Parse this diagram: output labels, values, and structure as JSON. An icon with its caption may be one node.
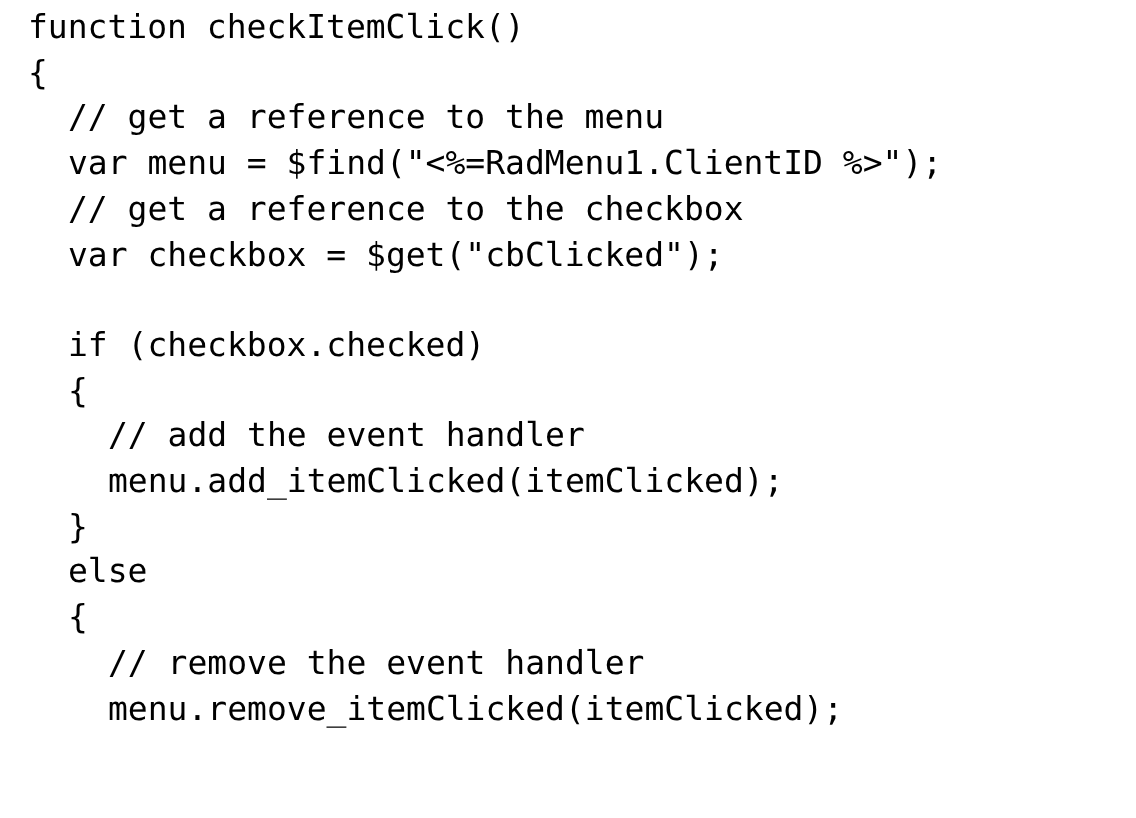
{
  "diagram": {
    "labels": [
      "function checkItemClick()",
      "{",
      "// get a reference to the menu",
      "var menu = $find(\"<%=RadMenu1.ClientID %>\");",
      "// get a reference to the checkbox",
      "var checkbox = $get(\"cbClicked\");",
      "if (checkbox.checked)",
      "{",
      "// add the event handler",
      "menu.add_itemClicked(itemClicked);",
      "}",
      "else",
      "{",
      "// remove the event handler",
      "menu.remove_itemClicked(itemClicked);"
    ]
  }
}
